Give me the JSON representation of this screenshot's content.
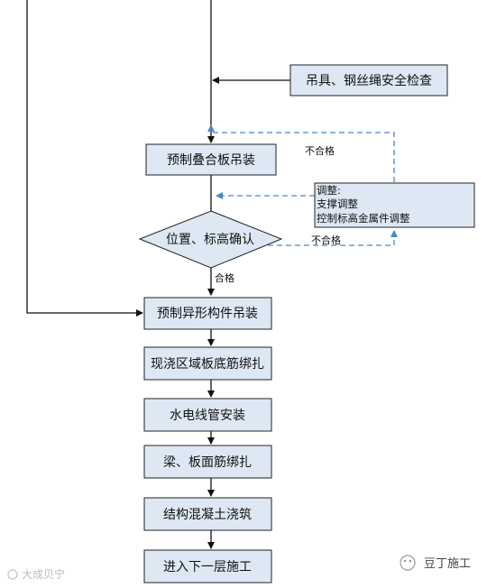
{
  "nodes": {
    "hoist_check": "吊具、钢丝绳安全检查",
    "precast_slab": "预制叠合板吊装",
    "position_check": "位置、标高确认",
    "special_members": "预制异形构件吊装",
    "bottom_rebar": "现浇区域板底筋绑扎",
    "utilities": "水电线管安装",
    "beam_rebar": "梁、板面筋绑扎",
    "concrete": "结构混凝土浇筑",
    "next_floor": "进入下一层施工"
  },
  "adjust": {
    "title": "调整:",
    "line1": "支撑调整",
    "line2": "控制标高金属件调整"
  },
  "labels": {
    "fail_top": "不合格",
    "fail_bottom": "不合格",
    "pass": "合格"
  },
  "watermark": {
    "left": "大成贝宁",
    "right": "豆丁施工"
  },
  "colors": {
    "node_fill": "#dde8f4",
    "dashed": "#4a86c8"
  }
}
